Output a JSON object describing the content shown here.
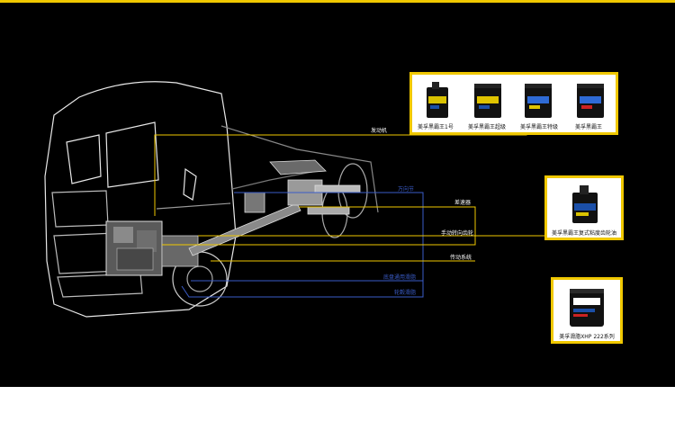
{
  "colors": {
    "background": "#000000",
    "accent_yellow": "#f0c800",
    "line_blue": "#3a5cc8",
    "label_white": "#ffffff"
  },
  "callouts": {
    "engine": "发动机",
    "transmission_blue": "万向节",
    "differential": "差速器",
    "manual_gearbox": "手动转向齿轮",
    "drive_system": "传动系统",
    "chassis": "底盘通用滑脂",
    "wheel_hub": "轮毂滑脂"
  },
  "cards": {
    "engine_oils": {
      "products": [
        {
          "caption": "美孚黑霸王1号",
          "icon": "oil-bottle-icon"
        },
        {
          "caption": "美孚黑霸王超级",
          "icon": "oil-bucket-icon"
        },
        {
          "caption": "美孚黑霸王特级",
          "icon": "oil-bucket-icon"
        },
        {
          "caption": "美孚黑霸王",
          "icon": "oil-bucket-icon"
        }
      ]
    },
    "gear_oil": {
      "caption": "美孚黑霸王复式粘度齿轮油",
      "icon": "oil-bottle-icon"
    },
    "grease": {
      "caption": "美孚滑脂XHP 222系列",
      "icon": "grease-tub-icon"
    }
  }
}
